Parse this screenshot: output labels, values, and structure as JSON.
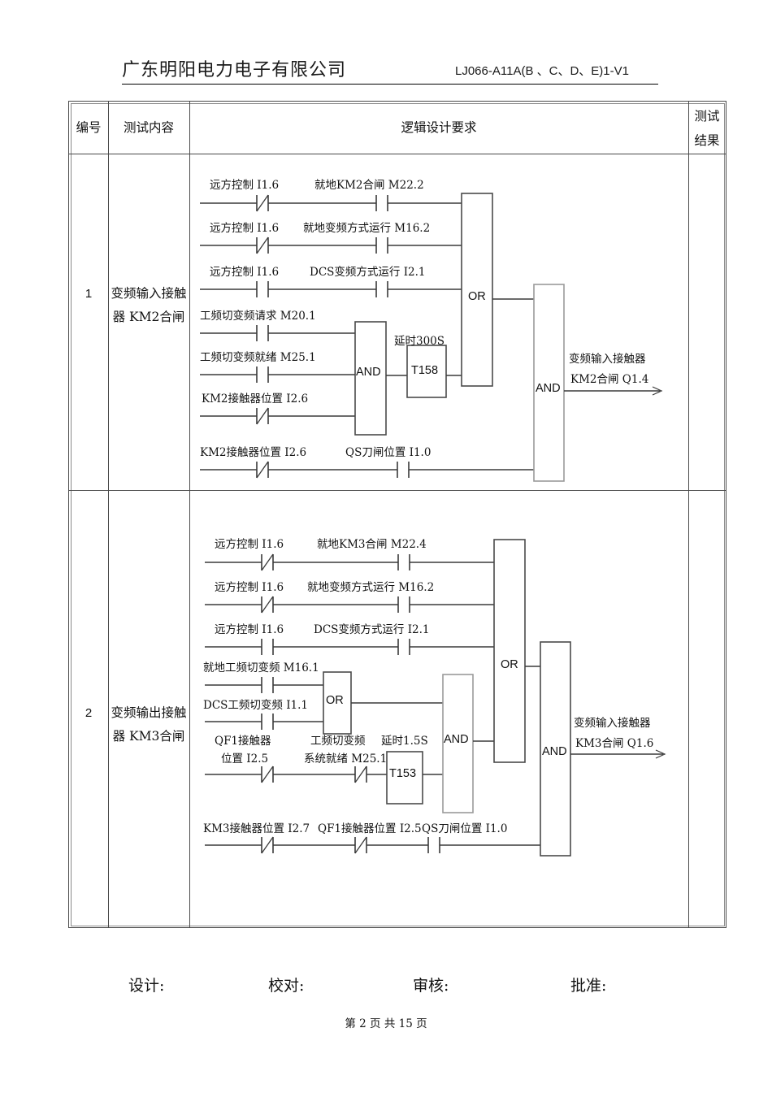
{
  "header": {
    "company": "广东明阳电力电子有限公司",
    "doc_code": "LJ066-A11A(B 、C、D、E)1-V1"
  },
  "table": {
    "columns": {
      "no": "编号",
      "content": "测试内容",
      "logic": "逻辑设计要求",
      "result": "测试结果"
    },
    "rows": [
      {
        "no": "1",
        "name": "变频输入接触器 KM2合闸"
      },
      {
        "no": "2",
        "name": "变频输出接触器 KM3合闸"
      }
    ]
  },
  "diagram1": {
    "rungs": [
      {
        "label_a": "远方控制 I1.6",
        "type_a": "NC",
        "label_b": "就地KM2合闸 M22.2",
        "type_b": "NO"
      },
      {
        "label_a": "远方控制 I1.6",
        "type_a": "NC",
        "label_b": "就地变频方式运行 M16.2",
        "type_b": "NO"
      },
      {
        "label_a": "远方控制 I1.6",
        "type_a": "NO",
        "label_b": "DCS变频方式运行 I2.1",
        "type_b": "NO"
      },
      {
        "label_a": "工频切变频请求 M20.1",
        "type_a": "NO"
      },
      {
        "label_a": "工频切变频就绪 M25.1",
        "type_a": "NO"
      },
      {
        "label_a": "KM2接触器位置 I2.6",
        "type_a": "NC"
      },
      {
        "label_a": "KM2接触器位置 I2.6",
        "type_a": "NC",
        "label_b": "QS刀闸位置 I1.0",
        "type_b": "NO"
      }
    ],
    "gates": {
      "and_inner": "AND",
      "or_main": "OR",
      "and_final": "AND"
    },
    "timer": {
      "caption": "延时300S",
      "name": "T158"
    },
    "output": {
      "line1": "变频输入接触器",
      "line2": "KM2合闸 Q1.4"
    }
  },
  "diagram2": {
    "rungs": [
      {
        "label_a": "远方控制 I1.6",
        "type_a": "NC",
        "label_b": "就地KM3合闸 M22.4",
        "type_b": "NO"
      },
      {
        "label_a": "远方控制 I1.6",
        "type_a": "NC",
        "label_b": "就地变频方式运行 M16.2",
        "type_b": "NO"
      },
      {
        "label_a": "远方控制 I1.6",
        "type_a": "NO",
        "label_b": "DCS变频方式运行 I2.1",
        "type_b": "NO"
      },
      {
        "label_a": "就地工频切变频 M16.1",
        "type_a": "NO"
      },
      {
        "label_a": "DCS工频切变频 I1.1",
        "type_a": "NO"
      },
      {
        "label_a1": "QF1接触器",
        "label_a2": "位置 I2.5",
        "type_a": "NC",
        "label_b1": "工频切变频",
        "label_b2": "系统就绪 M25.1",
        "type_b": "NC"
      },
      {
        "label_a": "KM3接触器位置 I2.7",
        "type_a": "NC",
        "label_b": "QF1接触器位置 I2.5",
        "type_b": "NC",
        "label_c": "QS刀闸位置 I1.0",
        "type_c": "NO"
      }
    ],
    "gates": {
      "or_small": "OR",
      "and_mid": "AND",
      "or_main": "OR",
      "and_final": "AND"
    },
    "timer": {
      "caption": "延时1.5S",
      "name": "T153"
    },
    "output": {
      "line1": "变频输入接触器",
      "line2": "KM3合闸 Q1.6"
    }
  },
  "footer": {
    "sign1": "设计:",
    "sign2": "校对:",
    "sign3": "审核:",
    "sign4": "批准:",
    "page": "第 2 页 共 15 页"
  },
  "colors": {
    "ink": "#111111",
    "rule": "#4a4a4a",
    "wire": "#3a3a3a",
    "gate_light": "#9a9a9a"
  }
}
